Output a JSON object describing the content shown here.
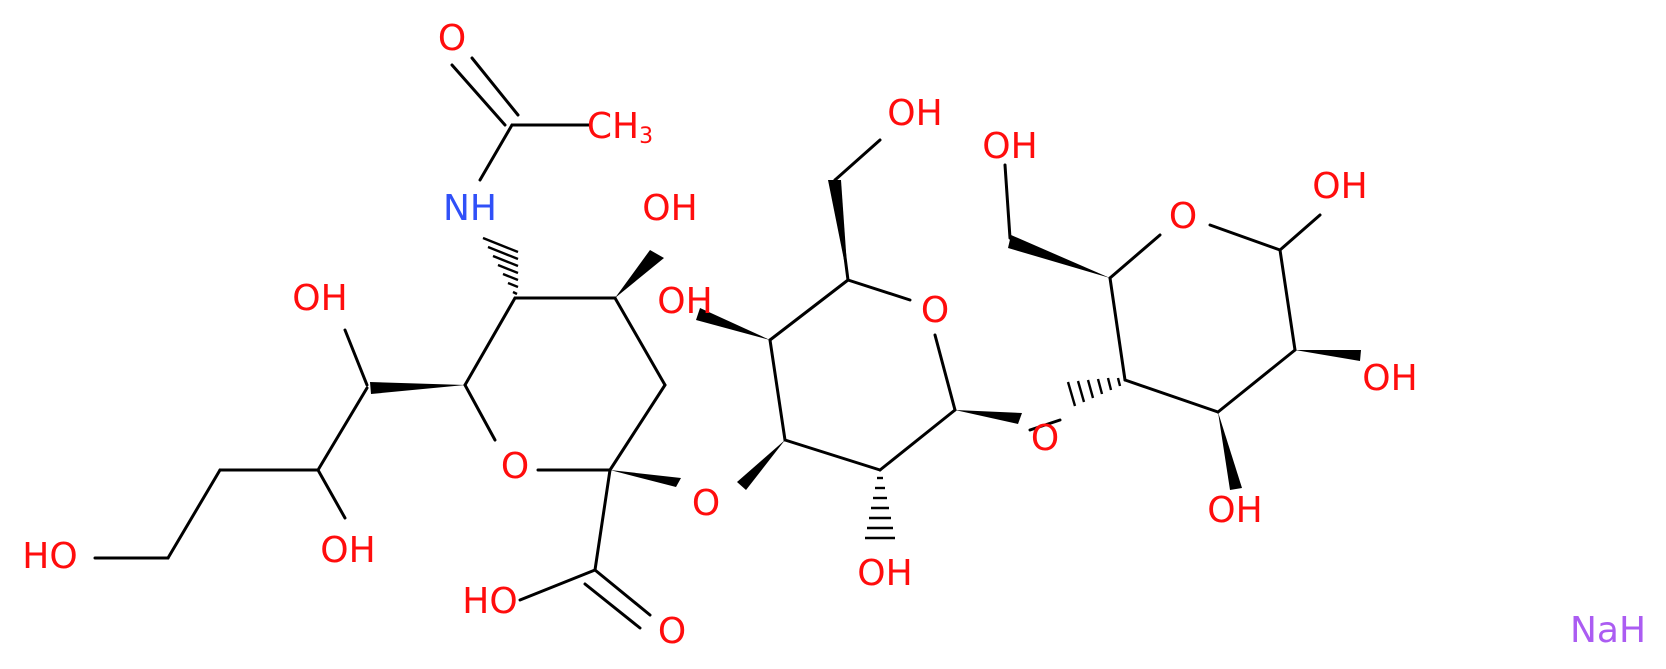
{
  "colors": {
    "oxygen": "#ff0d0d",
    "nitrogen": "#3050f8",
    "sodium": "#ab5cf2",
    "bond": "#000000"
  },
  "labels": {
    "O_carbonyl_acetyl": "O",
    "CH3": "CH",
    "CH3_sub": "3",
    "NH": "NH",
    "OH_c4_sia": "OH",
    "OH_side1": "OH",
    "OH_side2": "OH",
    "OH_terminal": "HO",
    "O_ring_sia": "O",
    "COOH_HO": "HO",
    "COOH_O": "O",
    "O_glyc_1": "O",
    "OH_gal_c6": "OH",
    "OH_gal_c4": "OH",
    "O_ring_gal": "O",
    "OH_gal_c2": "OH",
    "O_glyc_2": "O",
    "OH_glc_c6": "OH",
    "O_ring_glc": "O",
    "OH_glc_c1": "OH",
    "OH_glc_c2": "OH",
    "OH_glc_c3": "OH",
    "NaH": "NaH"
  }
}
